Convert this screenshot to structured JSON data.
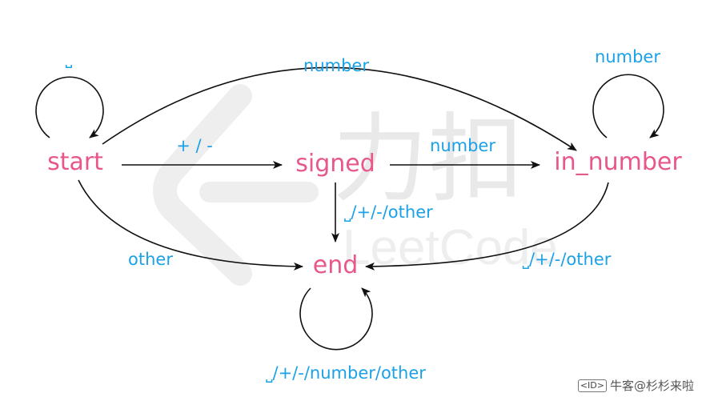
{
  "states": {
    "start": "start",
    "signed": "signed",
    "in_number": "in_number",
    "end": "end"
  },
  "edges": {
    "start_self": "⎵",
    "start_to_in_number": "number",
    "in_number_self": "number",
    "start_to_signed": "+ / -",
    "signed_to_in_number": "number",
    "signed_to_end": "⎵/+/-/other",
    "start_to_end": "other",
    "in_number_to_end": "⎵/+/-/other",
    "end_self": "⎵/+/-/number/other"
  },
  "watermark": {
    "brand_cjk": "力扣",
    "brand_latin": "LeetCode"
  },
  "credit": {
    "badge": "<ID>",
    "text": "牛客@杉杉来啦"
  },
  "colors": {
    "state": "#e8578c",
    "label": "#1ba1e8",
    "edge": "#111111",
    "watermark": "#e6e6e6"
  }
}
